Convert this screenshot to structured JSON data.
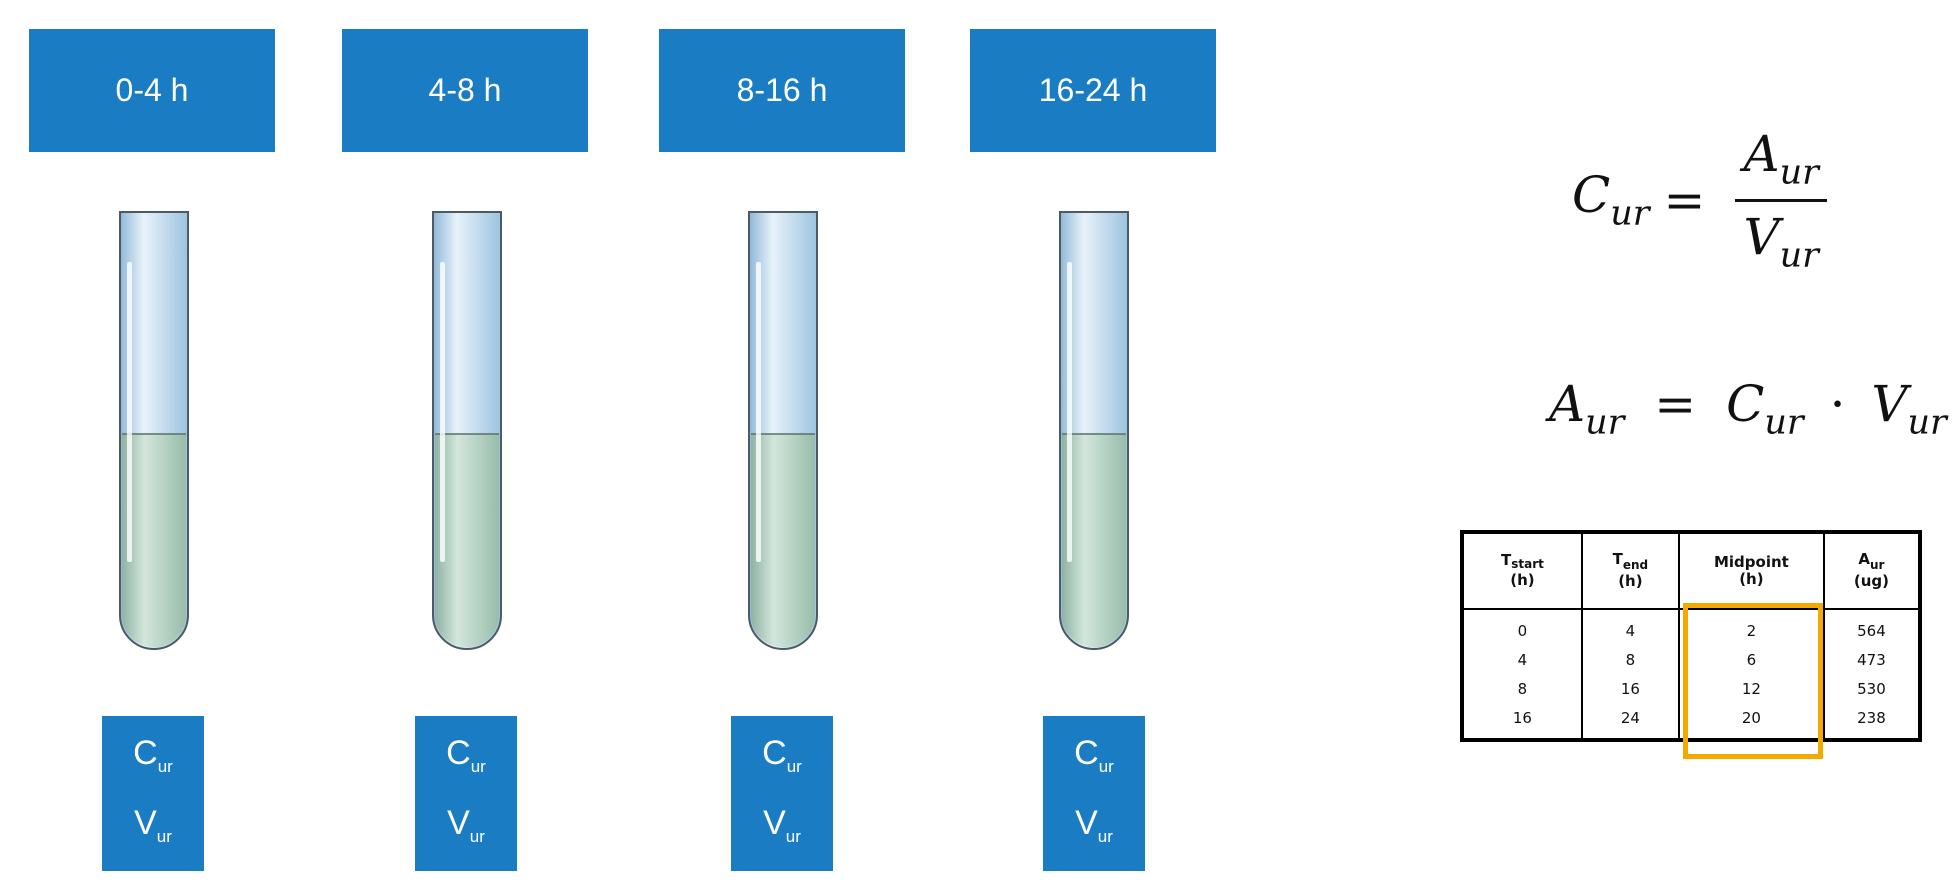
{
  "intervals": [
    {
      "label": "0-4 h",
      "c_symbol": "C",
      "c_sub": "ur",
      "v_symbol": "V",
      "v_sub": "ur"
    },
    {
      "label": "4-8 h",
      "c_symbol": "C",
      "c_sub": "ur",
      "v_symbol": "V",
      "v_sub": "ur"
    },
    {
      "label": "8-16 h",
      "c_symbol": "C",
      "c_sub": "ur",
      "v_symbol": "V",
      "v_sub": "ur"
    },
    {
      "label": "16-24 h",
      "c_symbol": "C",
      "c_sub": "ur",
      "v_symbol": "V",
      "v_sub": "ur"
    }
  ],
  "formula1": {
    "lhs": "C",
    "lhs_sub": "ur",
    "equals": "=",
    "num": "A",
    "num_sub": "ur",
    "den": "V",
    "den_sub": "ur"
  },
  "formula2": {
    "lhs": "A",
    "lhs_sub": "ur",
    "equals": "=",
    "t1": "C",
    "t1_sub": "ur",
    "op": "·",
    "t2": "V",
    "t2_sub": "ur"
  },
  "table": {
    "headers": [
      {
        "main": "T",
        "sub": "start",
        "unit": "(h)"
      },
      {
        "main": "T",
        "sub": "end",
        "unit": "(h)"
      },
      {
        "main": "Midpoint",
        "sub": "",
        "unit": "(h)"
      },
      {
        "main": "A",
        "sub": "ur",
        "unit": "(ug)"
      }
    ],
    "rows": [
      [
        "0",
        "4",
        "2",
        "564"
      ],
      [
        "4",
        "8",
        "6",
        "473"
      ],
      [
        "8",
        "16",
        "12",
        "530"
      ],
      [
        "16",
        "24",
        "20",
        "238"
      ]
    ],
    "highlighted_column": "Midpoint"
  },
  "colors": {
    "box_blue": "#1a7dc4",
    "highlight": "#f5a800",
    "tube_upper": "#bcd8ec",
    "tube_liquid": "#a9cbb9",
    "tube_outline": "#4b5a63"
  }
}
